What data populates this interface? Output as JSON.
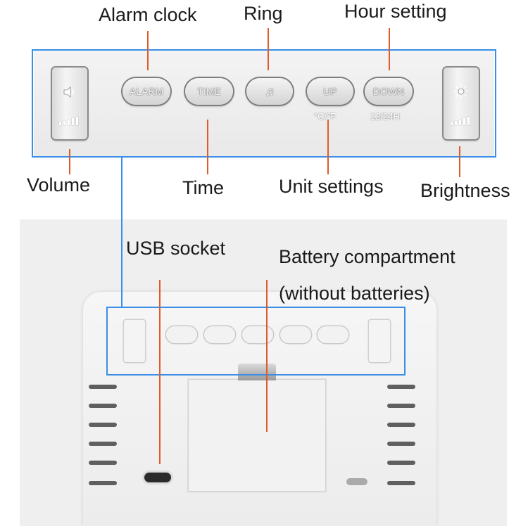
{
  "callouts": {
    "alarm_clock": "Alarm clock",
    "ring": "Ring",
    "hour_setting": "Hour setting",
    "volume": "Volume",
    "time": "Time",
    "unit_settings": "Unit settings",
    "brightness": "Brightness",
    "usb_socket": "USB socket",
    "battery_line1": "Battery compartment",
    "battery_line2": "(without batteries)"
  },
  "buttons": {
    "alarm": "ALARM",
    "time": "TIME",
    "ring": "♫",
    "up": "UP",
    "down": "DOWN",
    "up_sub": "°C/°F",
    "down_sub": "12/24H"
  },
  "colors": {
    "callout_line": "#e05a2b",
    "highlight_box": "#3a8ee8"
  }
}
